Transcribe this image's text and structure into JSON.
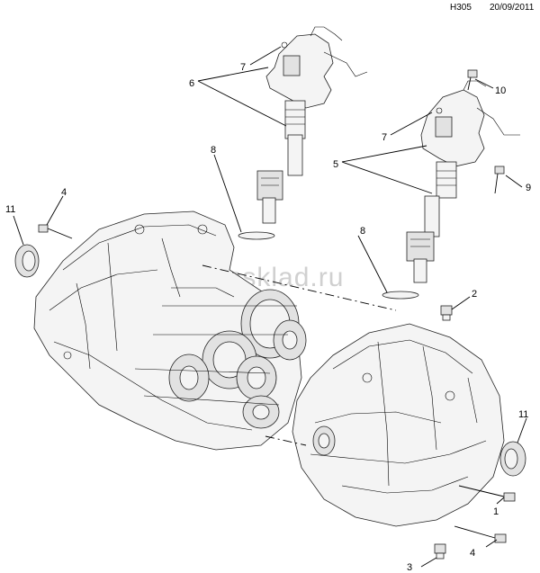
{
  "header": {
    "code": "H305",
    "date": "20/09/2011"
  },
  "watermark": "www.gmsklad.ru",
  "callouts": [
    "1",
    "2",
    "3",
    "4",
    "5",
    "6",
    "7",
    "8",
    "9",
    "10",
    "11"
  ],
  "colors": {
    "line": "#000000",
    "part_fill": "#f4f4f4",
    "watermark": "#d0d0d0"
  }
}
